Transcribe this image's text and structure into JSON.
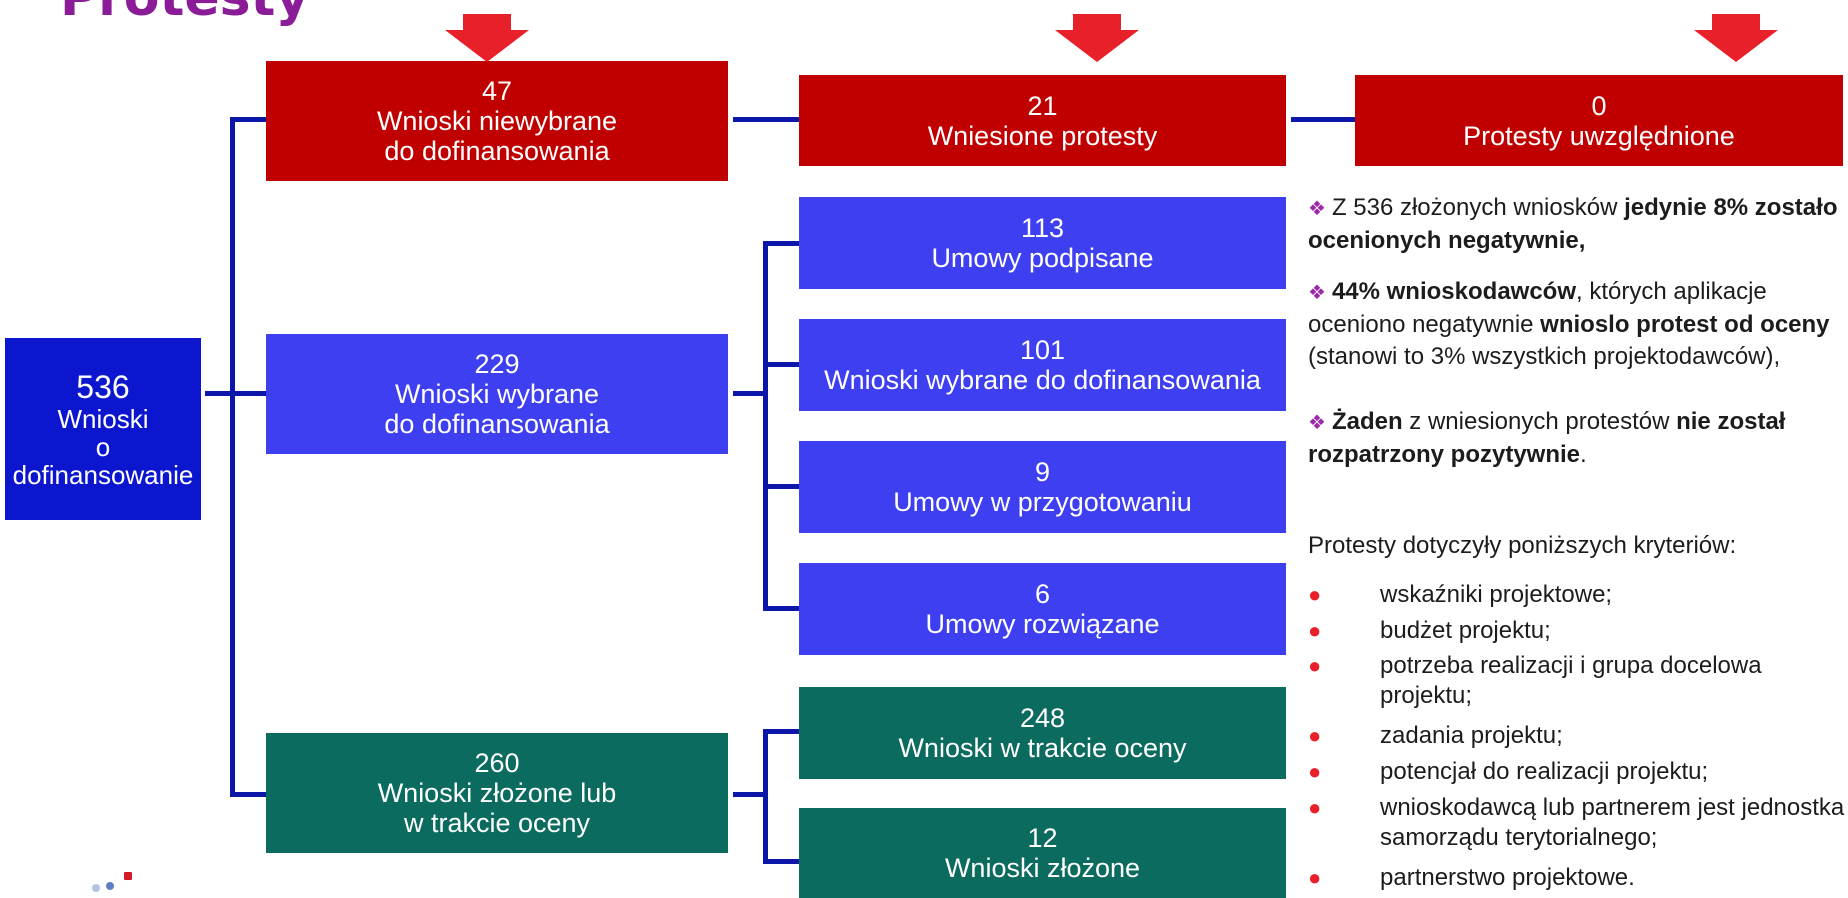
{
  "title": "Protesty",
  "colors": {
    "red": "#c00000",
    "blue": "#3f3ff2",
    "teal": "#0b6b5f",
    "navy": "#0c16cf",
    "arrow": "#e8202a"
  },
  "root": {
    "number": "536",
    "lines": [
      "Wnioski",
      "o",
      "dofinansowanie"
    ]
  },
  "red_row": {
    "not_selected": {
      "number": "47",
      "lines": [
        "Wnioski niewybrane",
        "do dofinansowania"
      ]
    },
    "protests": {
      "number": "21",
      "lines": [
        "Wniesione protesty"
      ]
    },
    "accepted": {
      "number": "0",
      "lines": [
        "Protesty uwzględnione"
      ]
    }
  },
  "selected": {
    "number": "229",
    "lines": [
      "Wnioski wybrane",
      "do dofinansowania"
    ]
  },
  "selected_children": [
    {
      "number": "113",
      "label": "Umowy podpisane"
    },
    {
      "number": "101",
      "label": "Wnioski wybrane do dofinansowania"
    },
    {
      "number": "9",
      "label": "Umowy w przygotowaniu"
    },
    {
      "number": "6",
      "label": "Umowy rozwiązane"
    }
  ],
  "submitted": {
    "number": "260",
    "lines": [
      "Wnioski złożone lub",
      "w trakcie oceny"
    ]
  },
  "submitted_children": [
    {
      "number": "248",
      "label": "Wnioski w trakcie oceny"
    },
    {
      "number": "12",
      "label": "Wnioski złożone"
    }
  ],
  "summary": {
    "p1": {
      "a": "Z 536 złożonych wniosków ",
      "b": "jedynie 8% zostało ocenionych negatywnie,"
    },
    "p2": {
      "a": "44% wnioskodawców",
      "b": ", których aplikacje oceniono negatywnie ",
      "c": "wnioslo protest od oceny",
      "d": " (stanowi to 3% wszystkich projektodawców),"
    },
    "p3": {
      "a": "Żaden",
      "b": " z wniesionych protestów ",
      "c": "nie został rozpatrzony pozytywnie",
      "d": "."
    },
    "criteria_intro": "Protesty dotyczyły poniższych kryteriów:",
    "criteria": [
      "wskaźniki projektowe;",
      "budżet projektu;",
      "potrzeba realizacji i grupa docelowa projektu;",
      "zadania projektu;",
      "potencjał do realizacji projektu;",
      "wnioskodawcą lub partnerem jest jednostka samorządu terytorialnego;",
      "partnerstwo projektowe."
    ]
  }
}
